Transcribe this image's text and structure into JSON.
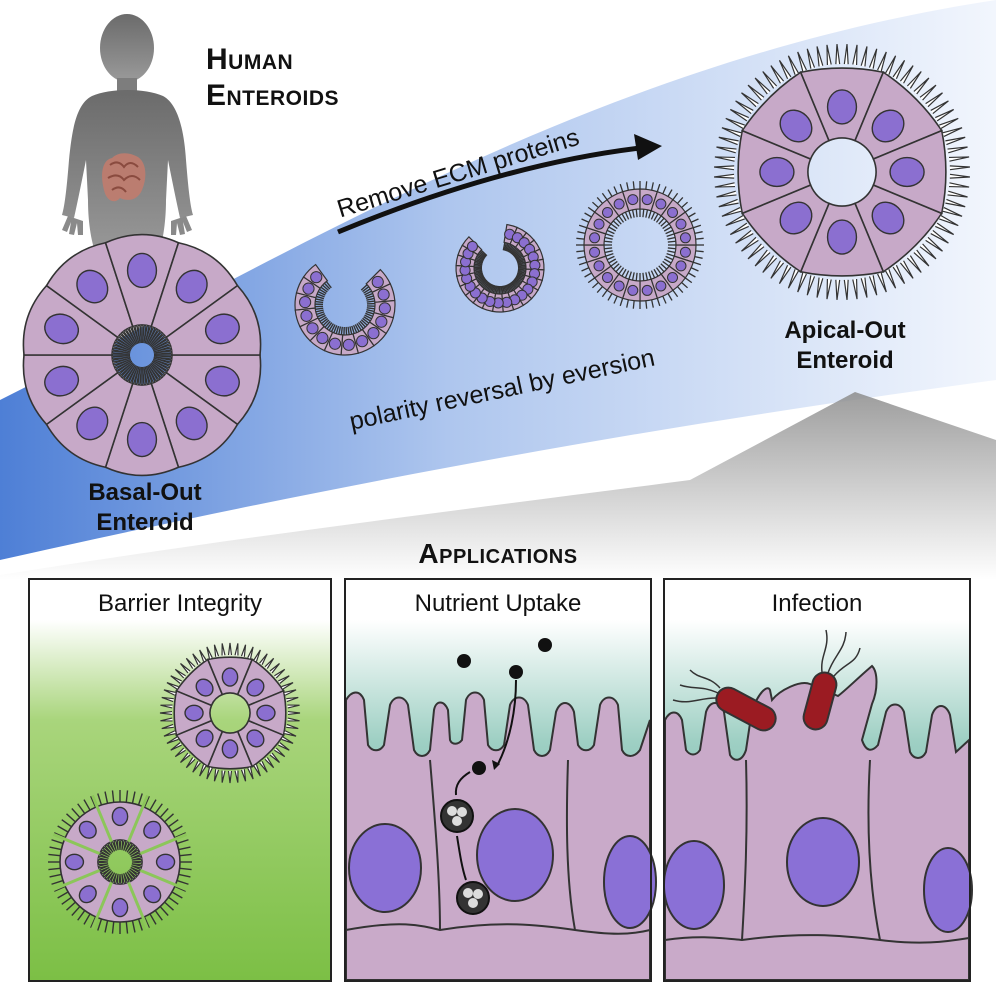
{
  "header": {
    "title_line1": "Human",
    "title_line2": "Enteroids"
  },
  "flow": {
    "arrow_label": "Remove ECM proteins",
    "process_label": "polarity reversal by eversion",
    "start_label_line1": "Basal-Out",
    "start_label_line2": "Enteroid",
    "end_label_line1": "Apical-Out",
    "end_label_line2": "Enteroid"
  },
  "applications": {
    "heading": "Applications",
    "panels": [
      {
        "title": "Barrier Integrity"
      },
      {
        "title": "Nutrient Uptake"
      },
      {
        "title": "Infection"
      }
    ]
  },
  "colors": {
    "cell_fill": "#c7a9c8",
    "nucleus": "#8b6fd0",
    "band_blue": "#5b87d8",
    "green_panel": "#8cc65a",
    "teal_panel": "#4aa197",
    "bacterium": "#9b1b22"
  }
}
